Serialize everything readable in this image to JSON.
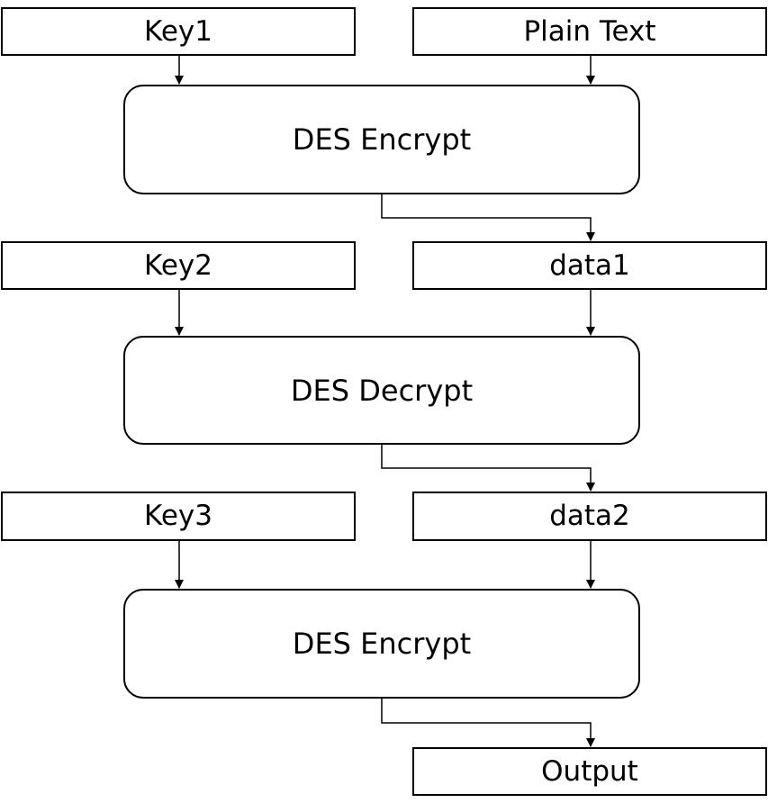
{
  "nodes": {
    "key1": "Key1",
    "plain_text": "Plain Text",
    "encrypt_1": "DES Encrypt",
    "key2": "Key2",
    "data1": "data1",
    "decrypt": "DES Decrypt",
    "key3": "Key3",
    "data2": "data2",
    "encrypt_2": "DES Encrypt",
    "output": "Output"
  },
  "colors": {
    "stroke": "#000000",
    "background": "#ffffff"
  }
}
